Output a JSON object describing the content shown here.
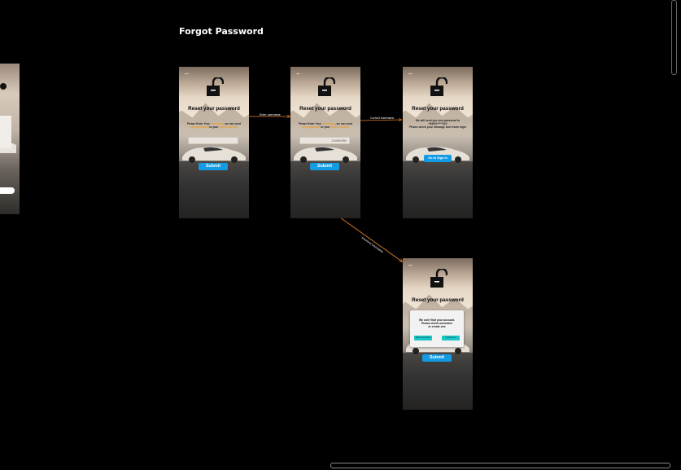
{
  "section_title": "Forgot Password",
  "frames": {
    "f1": {
      "title": "Reset your password",
      "desc_a": "Please Enter Your ",
      "desc_b": "Username",
      "desc_c": ", we can send ",
      "desc_d": "new password",
      "desc_e": " to your ",
      "desc_f": "phone number",
      "field_value": "",
      "submit": "Submit"
    },
    "f2": {
      "title": "Reset your password",
      "desc_a": "Please Enter Your ",
      "desc_b": "Username",
      "desc_c": ", we can send ",
      "desc_d": "new password",
      "desc_e": " to your ",
      "desc_f": "phone number",
      "field_value": "1234567890",
      "submit": "Submit"
    },
    "f3": {
      "title": "Reset your password",
      "sent_1": "We will send you new password to",
      "sent_2": "+84911*****333",
      "sent_3": "Please check your message and return login",
      "goto": "Go to Sign In"
    },
    "f4": {
      "title": "Reset your password",
      "dialog_1": "We can't find your account.",
      "dialog_2": "Please check username",
      "dialog_3": "or create one",
      "btn_left": "Enter username",
      "btn_right": "Create one",
      "submit": "Submit"
    }
  },
  "connectors": {
    "c1": "Enter username",
    "c2": "Correct Username",
    "c3": "Incorrect Username"
  },
  "colors": {
    "accent": "#139be3",
    "connector": "#e8822a",
    "highlight": "#e59a2e",
    "dialog_button": "#1cc6c6"
  }
}
